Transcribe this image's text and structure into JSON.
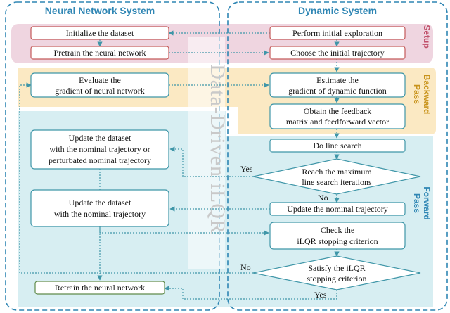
{
  "titles": {
    "left": "Neural Network System",
    "right": "Dynamic System"
  },
  "watermark": "Data-Driven iLQR",
  "bands": {
    "setup": "Setup",
    "backward_line1": "Backward",
    "backward_line2": "Pass",
    "forward_line1": "Forward",
    "forward_line2": "Pass"
  },
  "nodes": {
    "init_dataset": "Initialize the dataset",
    "pretrain": "Pretrain the neural network",
    "perform_exploration": "Perform initial exploration",
    "choose_trajectory": "Choose the initial trajectory",
    "evaluate_line1": "Evaluate the",
    "evaluate_line2": "gradient of neural network",
    "estimate_line1": "Estimate the",
    "estimate_line2": "gradient of dynamic function",
    "feedback_line1": "Obtain the feedback",
    "feedback_line2": "matrix and feedforward vector",
    "update_dataset1_line1": "Update the dataset",
    "update_dataset1_line2": "with the nominal trajectory or",
    "update_dataset1_line3": "perturbated nominal trajectory",
    "line_search": "Do line search",
    "reach_max_line1": "Reach the maximum",
    "reach_max_line2": "line search iterations",
    "update_dataset2_line1": "Update the dataset",
    "update_dataset2_line2": "with the nominal trajectory",
    "update_nominal": "Update the nominal trajectory",
    "check_line1": "Check the",
    "check_line2": "iLQR stopping criterion",
    "satisfy_line1": "Satisfy the iLQR",
    "satisfy_line2": "stopping criterion",
    "retrain": "Retrain the neural network"
  },
  "edge_labels": {
    "yes_reach": "Yes",
    "no_reach": "No",
    "no_satisfy": "No",
    "yes_satisfy": "Yes"
  },
  "colors": {
    "accent": "#2f86b4",
    "setup_band": "#efd5e0",
    "setup_label": "#c0506a",
    "backward_band": "#fbe9c3",
    "backward_label": "#c8931b",
    "forward_band": "#d7eef2",
    "forward_label": "#2f86b4",
    "box_stroke_red": "#c45a5a",
    "box_stroke_teal": "#3f96a8",
    "box_stroke_green": "#5f8a4a"
  }
}
